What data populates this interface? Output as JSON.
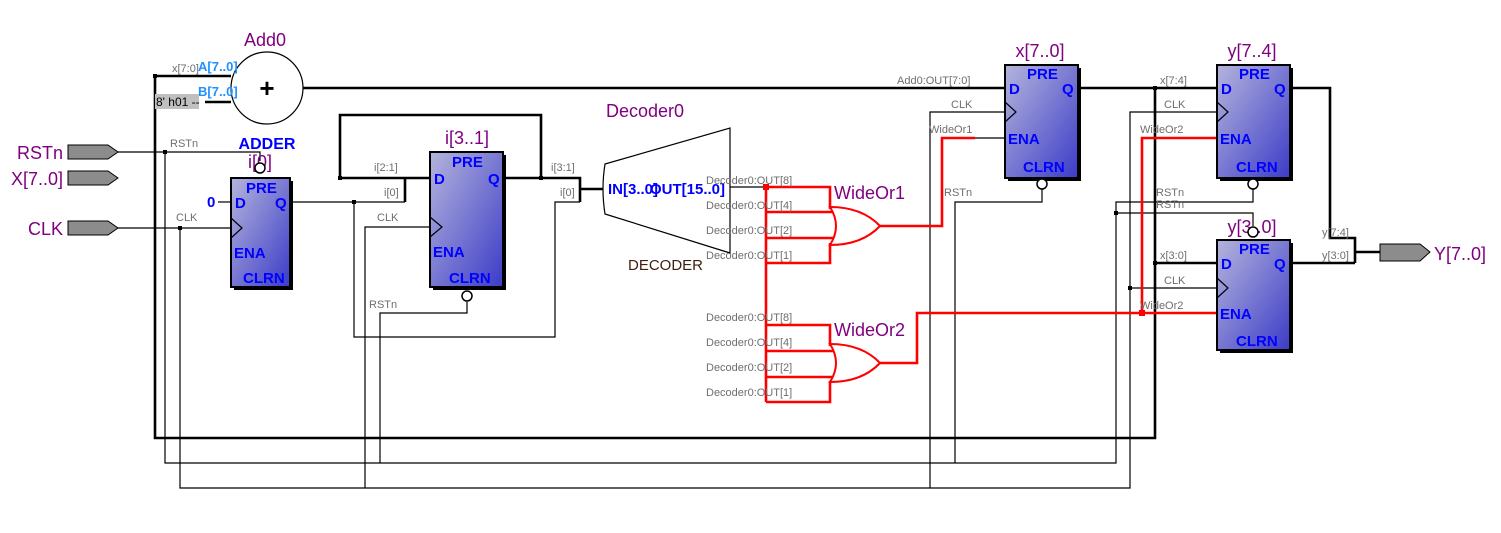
{
  "colors": {
    "instance_label": "#800080",
    "port_text": "#0000ff",
    "adder_port_text": "#1e90ff",
    "wire_label": "#6e6e6e",
    "wire": "#000000",
    "highlighted_wire": "#ff0000",
    "pin_fill": "#8c8c8c",
    "register_fill_light": "#b4b4dc",
    "register_fill_dark": "#3c3cc8"
  },
  "pins": {
    "inputs": [
      {
        "label": "RSTn"
      },
      {
        "label": "X[7..0]"
      },
      {
        "label": "CLK"
      }
    ],
    "outputs": [
      {
        "label": "Y[7..0]"
      }
    ]
  },
  "adder": {
    "name": "Add0",
    "type": "ADDER",
    "symbol": "+",
    "port_a": "A[7..0]",
    "port_b": "B[7..0]",
    "constant_b": "8' h01 --"
  },
  "register_ports": {
    "pre": "PRE",
    "d": "D",
    "q": "Q",
    "ena": "ENA",
    "clrn": "CLRN"
  },
  "registers": [
    {
      "name": "i[0]",
      "d_constant": "0"
    },
    {
      "name": "i[3..1]"
    },
    {
      "name": "x[7..0]"
    },
    {
      "name": "y[7..4]"
    },
    {
      "name": "y[3..0]"
    }
  ],
  "decoder": {
    "name": "Decoder0",
    "type": "DECODER",
    "port_in": "IN[3..0]",
    "port_out": "OUT[15..0]"
  },
  "gates": [
    {
      "name": "WideOr1"
    },
    {
      "name": "WideOr2"
    }
  ],
  "wire_labels": [
    "x[7:0]",
    "RSTn",
    "CLK",
    "i[2:1]",
    "i[0]",
    "CLK",
    "RSTn",
    "i[3:1]",
    "i[0]",
    "Decoder0:OUT[8]",
    "Decoder0:OUT[4]",
    "Decoder0:OUT[2]",
    "Decoder0:OUT[1]",
    "Decoder0:OUT[8]",
    "Decoder0:OUT[4]",
    "Decoder0:OUT[2]",
    "Decoder0:OUT[1]",
    "Add0:OUT[7:0]",
    "CLK",
    "WideOr1",
    "RSTn",
    "x[7:4]",
    "CLK",
    "WideOr2",
    "RSTn",
    "RSTn",
    "x[3:0]",
    "CLK",
    "WideOr2",
    "y[7:4]",
    "y[3:0]"
  ]
}
